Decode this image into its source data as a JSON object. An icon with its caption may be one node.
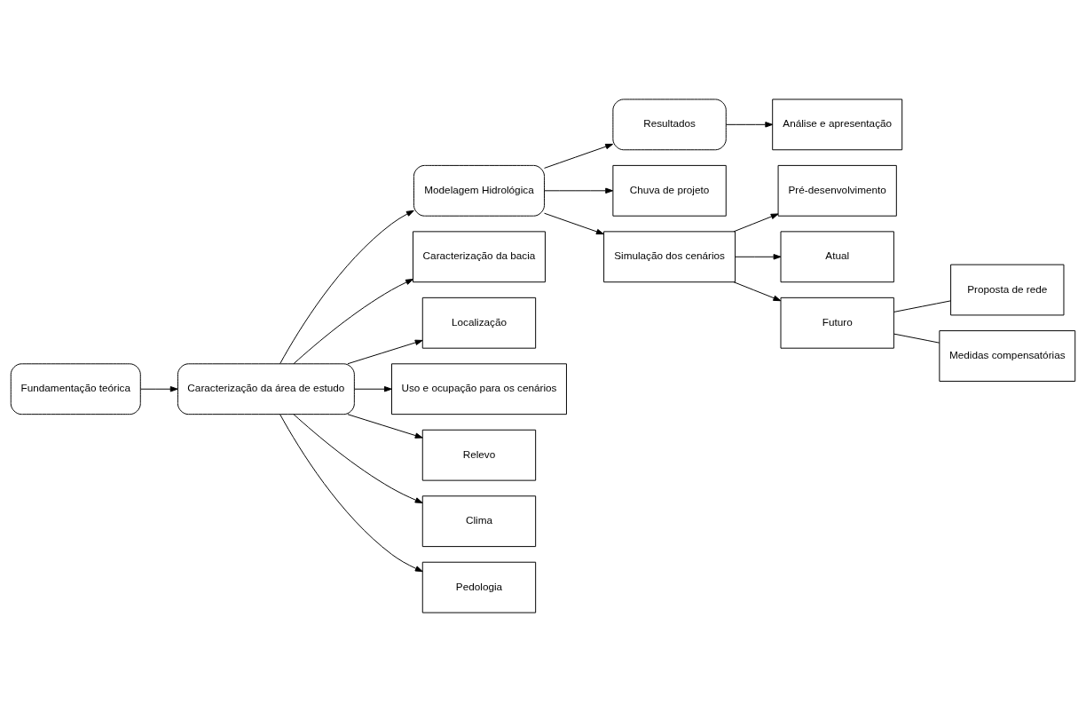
{
  "diagram": {
    "nodes": [
      {
        "text": [
          "Fundamentação teórica"
        ]
      },
      {
        "text": [
          "Caracterização da área de estudo"
        ]
      },
      {
        "text": [
          "Modelagem Hidrológica"
        ]
      },
      {
        "text": [
          "Resultados"
        ]
      },
      {
        "text": [
          "Análise e apresentação"
        ]
      },
      {
        "text": [
          "Caracterização da bacia"
        ]
      },
      {
        "text": [
          "Localização"
        ]
      },
      {
        "text": [
          "Uso e ocupação para os cenários"
        ]
      },
      {
        "text": [
          "Relevo"
        ]
      },
      {
        "text": [
          "Clima"
        ]
      },
      {
        "text": [
          "Pedologia"
        ]
      },
      {
        "text": [
          "Chuva de projeto"
        ]
      },
      {
        "text": [
          "Simulação dos cenários"
        ]
      },
      {
        "text": [
          "Pré-desenvolvimento"
        ]
      },
      {
        "text": [
          "Atual"
        ]
      },
      {
        "text": [
          "Futuro"
        ]
      },
      {
        "text": [
          "Proposta de rede"
        ]
      },
      {
        "text": [
          "Medidas compensatórias"
        ]
      }
    ],
    "edges": [
      {
        "from": 0,
        "to": 1,
        "arrow": "to"
      },
      {
        "from": 1,
        "to": 2,
        "arrow": "to"
      },
      {
        "from": 2,
        "to": 3,
        "arrow": "to"
      },
      {
        "from": 3,
        "to": 4,
        "arrow": "to"
      },
      {
        "from": 1,
        "to": 5,
        "arrow": "to"
      },
      {
        "from": 1,
        "to": 6,
        "arrow": "to"
      },
      {
        "from": 1,
        "to": 7,
        "arrow": "to"
      },
      {
        "from": 1,
        "to": 8,
        "arrow": "to"
      },
      {
        "from": 1,
        "to": 9,
        "arrow": "to"
      },
      {
        "from": 1,
        "to": 10,
        "arrow": "to"
      },
      {
        "from": 2,
        "to": 11,
        "arrow": "to"
      },
      {
        "from": 2,
        "to": 12,
        "arrow": "to"
      },
      {
        "from": 12,
        "to": 13,
        "arrow": "to"
      },
      {
        "from": 12,
        "to": 14,
        "arrow": "to"
      },
      {
        "from": 12,
        "to": 15,
        "arrow": "to"
      },
      {
        "from": 15,
        "to": 16,
        "arrow": "none"
      },
      {
        "from": 15,
        "to": 17,
        "arrow": "none"
      }
    ]
  }
}
